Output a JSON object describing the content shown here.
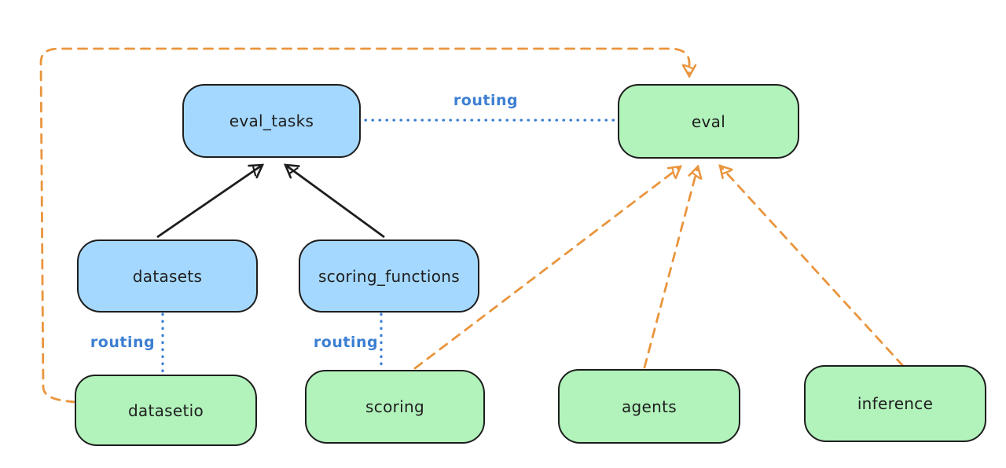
{
  "nodes": {
    "eval_tasks": {
      "label": "eval_tasks",
      "fill": "#a5d8ff"
    },
    "eval": {
      "label": "eval",
      "fill": "#b2f2bb"
    },
    "datasets": {
      "label": "datasets",
      "fill": "#a5d8ff"
    },
    "scoring_functions": {
      "label": "scoring_functions",
      "fill": "#a5d8ff"
    },
    "datasetio": {
      "label": "datasetio",
      "fill": "#b2f2bb"
    },
    "scoring": {
      "label": "scoring",
      "fill": "#b2f2bb"
    },
    "agents": {
      "label": "agents",
      "fill": "#b2f2bb"
    },
    "inference": {
      "label": "inference",
      "fill": "#b2f2bb"
    }
  },
  "edges": [
    {
      "from": "datasets",
      "to": "eval_tasks",
      "type": "solid-arrow",
      "color": "#1e1e1e",
      "label": ""
    },
    {
      "from": "scoring_functions",
      "to": "eval_tasks",
      "type": "solid-arrow",
      "color": "#1e1e1e",
      "label": ""
    },
    {
      "from": "eval_tasks",
      "to": "eval",
      "type": "dotted-line",
      "color": "#3d7fd2",
      "label": "routing"
    },
    {
      "from": "datasets",
      "to": "datasetio",
      "type": "dotted-line",
      "color": "#3d7fd2",
      "label": "routing"
    },
    {
      "from": "scoring_functions",
      "to": "scoring",
      "type": "dotted-line",
      "color": "#3d7fd2",
      "label": "routing"
    },
    {
      "from": "datasetio",
      "to": "eval",
      "type": "dashed-arrow",
      "color": "#e9953d",
      "label": ""
    },
    {
      "from": "scoring",
      "to": "eval",
      "type": "dashed-arrow",
      "color": "#e9953d",
      "label": ""
    },
    {
      "from": "agents",
      "to": "eval",
      "type": "dashed-arrow",
      "color": "#e9953d",
      "label": ""
    },
    {
      "from": "inference",
      "to": "eval",
      "type": "dashed-arrow",
      "color": "#e9953d",
      "label": ""
    }
  ],
  "colors": {
    "background": "#ffffff",
    "node_border": "#1e1e1e",
    "blue_node_fill": "#a5d8ff",
    "green_node_fill": "#b2f2bb",
    "routing_line": "#3d7fd2",
    "provider_arrow": "#e9953d",
    "dependency_arrow": "#1e1e1e"
  }
}
